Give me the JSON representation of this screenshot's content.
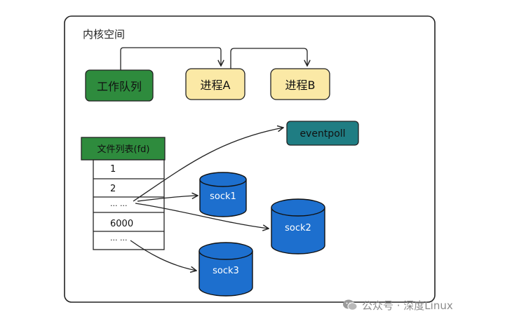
{
  "diagram": {
    "region_label": "内核空间",
    "work_queue": {
      "label": "工作队列",
      "fill": "#2e8b3d"
    },
    "process_a": {
      "label": "进程A",
      "fill": "#fbe9a6"
    },
    "process_b": {
      "label": "进程B",
      "fill": "#fbe9a6"
    },
    "eventpoll": {
      "label": "eventpoll",
      "fill": "#1f7d83"
    },
    "fd_table": {
      "header": "文件列表(fd)",
      "header_fill": "#2e8b3d",
      "rows": [
        "1",
        "2",
        "... ...",
        "6000",
        "... ..."
      ]
    },
    "sockets": [
      {
        "id": "sock1",
        "label": "sock1"
      },
      {
        "id": "sock2",
        "label": "sock2"
      },
      {
        "id": "sock3",
        "label": "sock3"
      }
    ],
    "socket_fill": "#1d6fce"
  },
  "watermark": {
    "text": "公众号 · 深度Linux"
  }
}
